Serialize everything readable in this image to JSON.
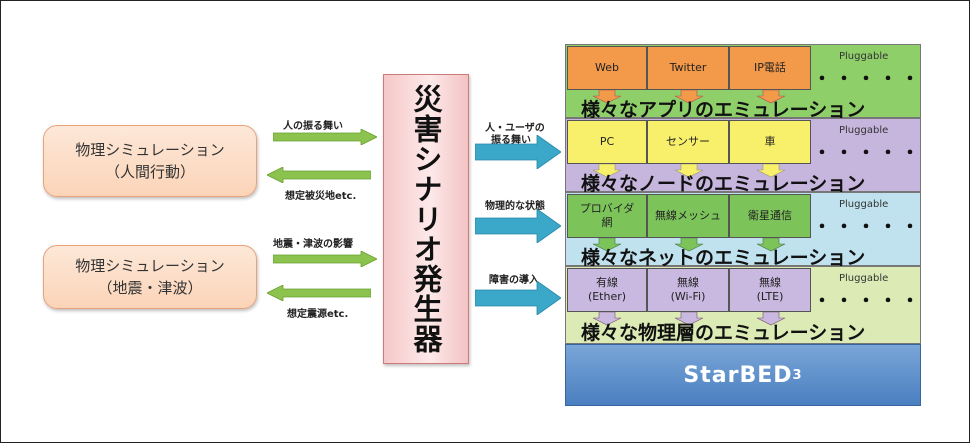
{
  "colors": {
    "sim_box": "#fbd4b8",
    "green_arrow": "#8cc34e",
    "blue_arrow": "#3ba7c9",
    "generator": "#f6c8c8",
    "app_layer": "#8fcf6a",
    "app_cell": "#f2994a",
    "node_layer": "#c6b5dd",
    "node_cell": "#f8f06a",
    "net_layer": "#bfe2ee",
    "net_cell": "#7cc35a",
    "phy_layer": "#dcebb5",
    "phy_cell": "#c9b8e0",
    "starbed": "#4a7fc0"
  },
  "left": {
    "sim1": {
      "line1": "物理シミュレーション",
      "line2": "（人間行動）"
    },
    "sim2": {
      "line1": "物理シミュレーション",
      "line2": "（地震・津波）"
    },
    "arrow1_out": "人の振る舞い",
    "arrow1_in": "想定被災地etc.",
    "arrow2_out": "地震・津波の影響",
    "arrow2_in": "想定震源etc."
  },
  "generator": {
    "label": "災害シナリオ発生器"
  },
  "middle": {
    "arrow1_line1": "人・ユーザの",
    "arrow1_line2": "振る舞い",
    "arrow2": "物理的な状態",
    "arrow3": "障害の導入"
  },
  "stack": {
    "app": {
      "cells": [
        "Web",
        "Twitter",
        "IP電話"
      ],
      "plug": "Pluggable",
      "dots": "・・・・・",
      "title": "様々なアプリのエミュレーション"
    },
    "node": {
      "cells": [
        "PC",
        "センサー",
        "車"
      ],
      "plug": "Pluggable",
      "dots": "・・・・・",
      "title": "様々なノードのエミュレーション"
    },
    "net": {
      "cells": [
        "プロバイダ網",
        "無線メッシュ",
        "衛星通信"
      ],
      "plug": "Pluggable",
      "dots": "・・・・・",
      "title": "様々なネットのエミュレーション"
    },
    "phy": {
      "cells": [
        "有線\n(Ether)",
        "無線\n(Wi-Fi)",
        "無線\n(LTE)"
      ],
      "plug": "Pluggable",
      "dots": "・・・・・",
      "title": "様々な物理層のエミュレーション"
    },
    "starbed": {
      "name": "StarBED",
      "sup": "3"
    }
  }
}
